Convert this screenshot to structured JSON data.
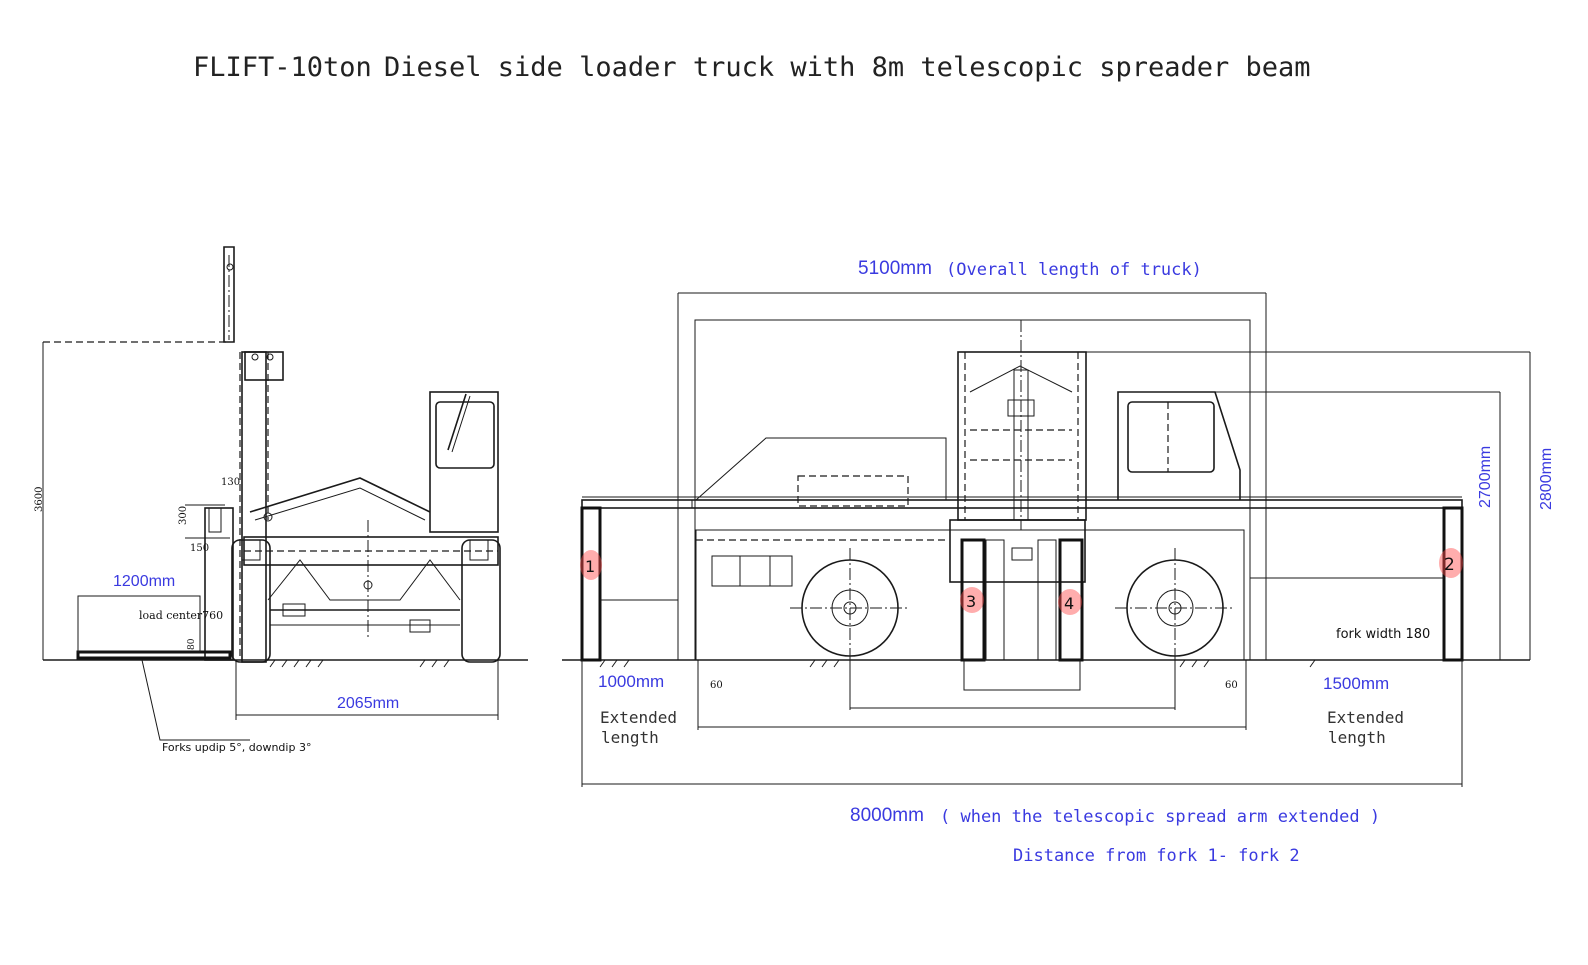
{
  "title": {
    "model": "FLIFT-10ton",
    "description": "Diesel side loader truck with 8m telescopic spreader beam"
  },
  "side_view": {
    "height_3600": "3600",
    "dim_130": "130",
    "dim_300": "300",
    "dim_150": "150",
    "dim_80": "80",
    "fork_length": "1200mm",
    "load_center": "load center760",
    "wheelbase": "2065mm",
    "fork_tilt": "Forks updip 5°,   downdip 3°"
  },
  "front_view": {
    "overall_length_value": "5100mm",
    "overall_length_note": "(Overall length of truck)",
    "height_2700": "2700mm",
    "height_2800": "2800mm",
    "fork_width": "fork width 180",
    "left_extension_value": "1000mm",
    "left_extension_label_1": "Extended",
    "left_extension_label_2": "length",
    "right_extension_value": "1500mm",
    "right_extension_label_1": "Extended",
    "right_extension_label_2": "length",
    "small_60_left": "60",
    "small_60_right": "60",
    "extended_total_value": "8000mm",
    "extended_total_note": "( when the telescopic spread arm extended )",
    "distance_note": "Distance from fork 1- fork 2",
    "fork_markers": [
      "1",
      "2",
      "3",
      "4"
    ]
  },
  "colors": {
    "dimension_text": "#3a3ae0",
    "fork_marker_glow": "#ff4a4a",
    "line": "#1a1a1a"
  }
}
